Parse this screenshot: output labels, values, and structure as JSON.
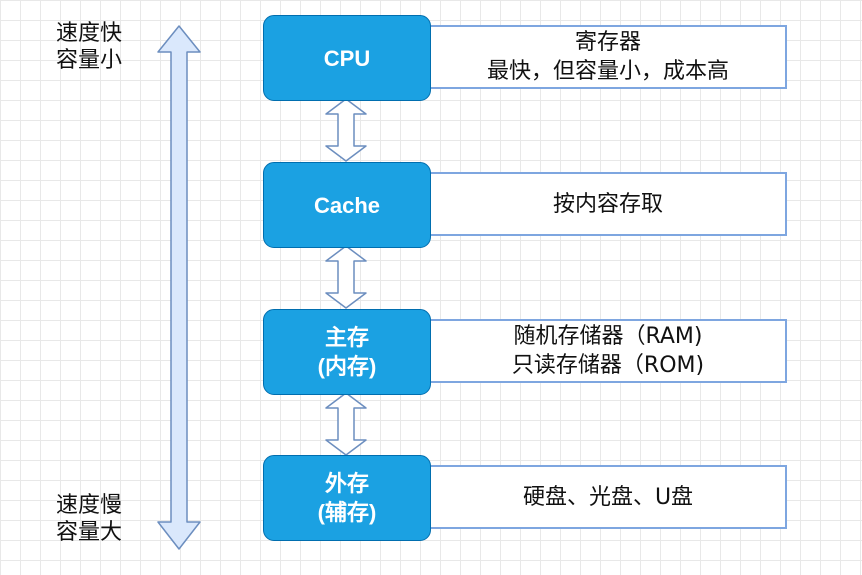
{
  "side_labels": {
    "top": "速度快\n容量小",
    "bottom": "速度慢\n容量大"
  },
  "levels": [
    {
      "name": "CPU",
      "description": "寄存器\n最快，但容量小，成本高"
    },
    {
      "name": "Cache",
      "description": "按内容存取"
    },
    {
      "name": "主存\n(内存)",
      "description": "随机存储器（RAM)\n只读存储器（ROM)"
    },
    {
      "name": "外存\n(辅存)",
      "description": "硬盘、光盘、U盘"
    }
  ],
  "colors": {
    "box_fill": "#1ba1e2",
    "box_border": "#006eaf",
    "desc_border": "#7ea6e0",
    "arrow_fill": "#dae8fc",
    "arrow_stroke": "#6c8ebf"
  }
}
